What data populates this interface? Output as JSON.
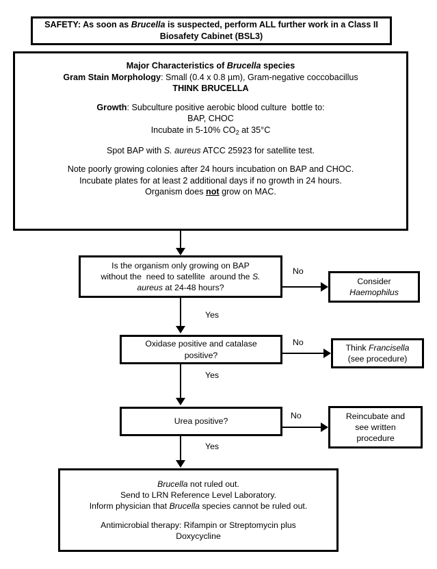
{
  "title": "Brucella Identification Flowchart",
  "boxes": {
    "safety": {
      "lines": [
        "SAFETY: As soon as <i>Brucella</i> is suspected, perform ALL further work in a Class II",
        "Biosafety Cabinet (BSL3)"
      ]
    },
    "characteristics": {
      "lines": [
        "<b>Major Characteristics of <i>Brucella</i> species</b>",
        "<b>Gram Stain Morphology</b>: Small (0.4 x 0.8 &micro;m), Gram-negative coccobacillus",
        "<b>THINK BRUCELLA</b>",
        "",
        "<b>Growth</b>: Subculture positive aerobic blood culture&nbsp; bottle to:",
        "BAP, CHOC",
        "Incubate in 5-10% CO<sub>2</sub> at 35&deg;C",
        "",
        "Spot BAP with <i>S. aureus</i> ATCC 25923 for satellite test.",
        "",
        "Note poorly growing colonies after 24 hours incubation on BAP and CHOC.",
        "Incubate plates for at least 2 additional days if no growth in 24 hours.",
        "Organism does <b><u>not</u></b> grow on MAC."
      ]
    },
    "question1": {
      "lines": [
        "Is the organism only growing on BAP",
        "without the&nbsp; need to satellite&nbsp; around the <i>S.</i>",
        "<i>aureus</i> at 24-48 hours?"
      ]
    },
    "answer1": {
      "lines": [
        "Consider",
        "<i>Haemophilus</i>"
      ]
    },
    "question2": {
      "lines": [
        "Oxidase positive and catalase",
        "positive?"
      ]
    },
    "answer2": {
      "lines": [
        "Think <i>Francisella</i>",
        "(see procedure)"
      ]
    },
    "question3": {
      "lines": [
        "Urea positive?"
      ]
    },
    "answer3": {
      "lines": [
        "Reincubate and",
        "see written",
        "procedure"
      ]
    },
    "final": {
      "lines": [
        "<i>Brucella</i> not ruled out.",
        "Send to LRN Reference Level Laboratory.",
        "Inform physician that <i>Brucella</i> species cannot be ruled out.",
        "",
        "Antimicrobial therapy: Rifampin or Streptomycin plus",
        "Doxycycline"
      ]
    }
  },
  "edge_labels": {
    "no1": "No",
    "yes1": "Yes",
    "no2": "No",
    "yes2": "Yes",
    "no3": "No",
    "yes3": "Yes"
  },
  "colors": {
    "border": "#000000",
    "background": "#ffffff",
    "text": "#000000"
  }
}
